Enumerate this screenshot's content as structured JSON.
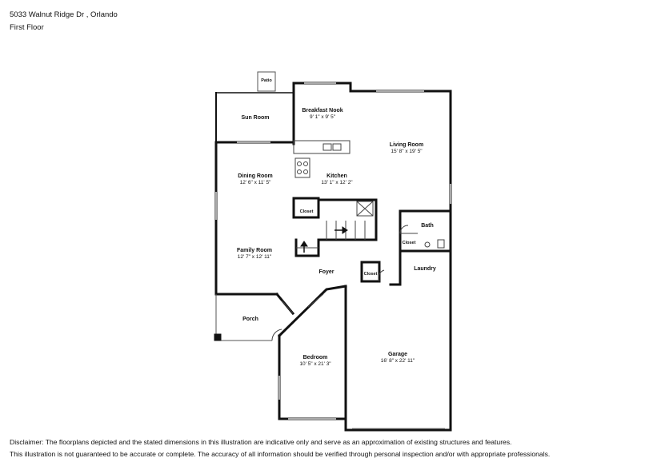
{
  "header": {
    "address": "5033 Walnut Ridge Dr , Orlando",
    "floor": "First Floor"
  },
  "rooms": {
    "patio": {
      "name": "Patio"
    },
    "sun_room": {
      "name": "Sun Room"
    },
    "breakfast_nook": {
      "name": "Breakfast Nook",
      "dims": "9' 1\" x 9' 5\""
    },
    "living_room": {
      "name": "Living Room",
      "dims": "15' 8\" x 19' 5\""
    },
    "dining_room": {
      "name": "Dining Room",
      "dims": "12' 6\" x 11' 5\""
    },
    "kitchen": {
      "name": "Kitchen",
      "dims": "13' 1\" x 12' 2\""
    },
    "closet_stair": {
      "name": "Closet"
    },
    "bath": {
      "name": "Bath"
    },
    "closet_bath": {
      "name": "Closet"
    },
    "family_room": {
      "name": "Family Room",
      "dims": "12' 7\" x 12' 11\""
    },
    "foyer": {
      "name": "Foyer"
    },
    "closet_foyer": {
      "name": "Closet"
    },
    "laundry": {
      "name": "Laundry"
    },
    "porch": {
      "name": "Porch"
    },
    "bedroom": {
      "name": "Bedroom",
      "dims": "10' 5\" x 21' 3\""
    },
    "garage": {
      "name": "Garage",
      "dims": "16' 8\" x 22' 11\""
    }
  },
  "disclaimer": {
    "line1": "Disclaimer: The floorplans depicted and the stated dimensions in this illustration are indicative only and serve as an approximation of existing structures and features.",
    "line2": "This illustration is not guaranteed to be accurate or complete. The accuracy of all information should be verified through personal inspection and/or with appropriate professionals."
  }
}
